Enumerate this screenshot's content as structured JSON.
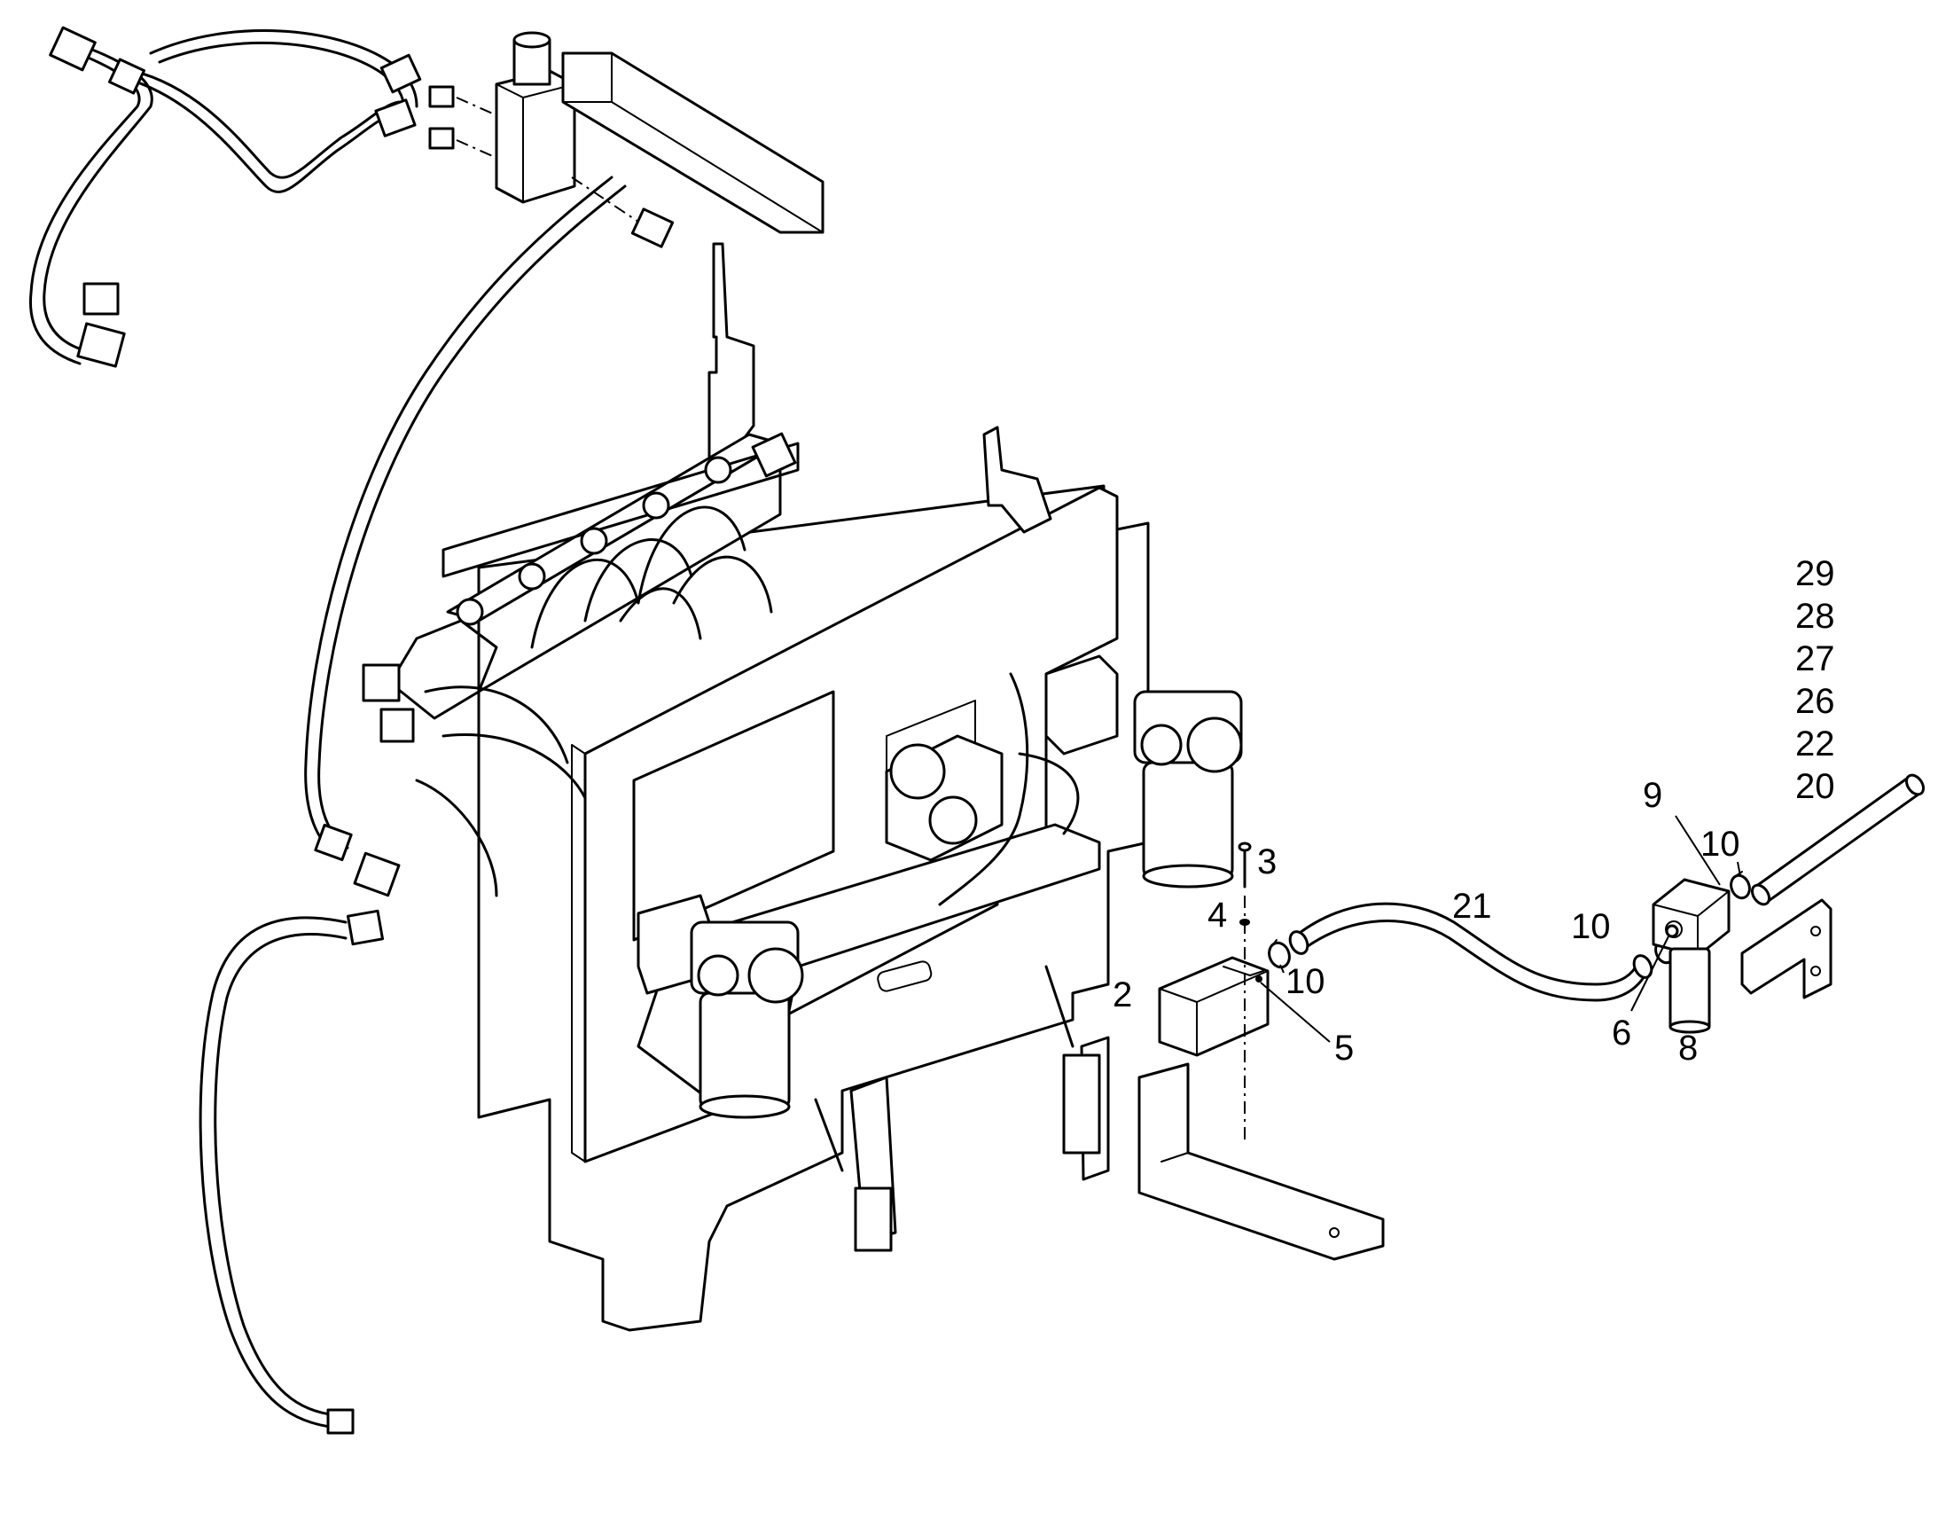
{
  "callouts": {
    "c29": "29",
    "c28": "28",
    "c27": "27",
    "c26": "26",
    "c22": "22",
    "c20": "20",
    "c9": "9",
    "c10_top": "10",
    "c21": "21",
    "c10_mid": "10",
    "c10_left": "10",
    "c3": "3",
    "c4": "4",
    "c2": "2",
    "c5": "5",
    "c6": "6",
    "c8": "8"
  }
}
